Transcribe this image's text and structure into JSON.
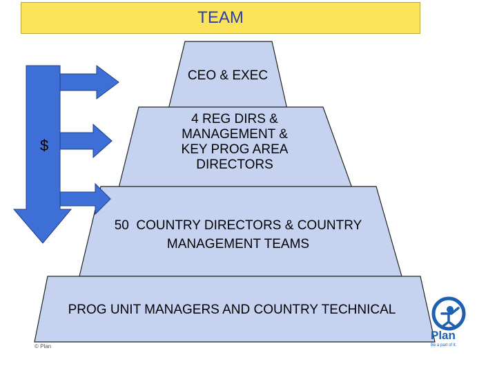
{
  "title": "TEAM",
  "tiers": [
    {
      "id": "ceo",
      "label": "CEO & EXEC"
    },
    {
      "id": "reg",
      "lines": [
        "4 REG DIRS &",
        "MANAGEMENT &",
        "KEY PROG AREA",
        "DIRECTORS"
      ]
    },
    {
      "id": "country",
      "lines": [
        "50  COUNTRY DIRECTORS & COUNTRY",
        "MANAGEMENT TEAMS"
      ]
    },
    {
      "id": "prog",
      "label": "PROG UNIT MANAGERS AND COUNTRY TECHNICAL"
    }
  ],
  "funding_symbol": "$",
  "copyright": "© Plan",
  "logo": {
    "name": "Plan",
    "tagline": "Be a part of it."
  },
  "colors": {
    "tier_fill": "#c5d3f0",
    "arrow_fill": "#3d6fd6",
    "title_fill": "#fbe35a",
    "title_text": "#2a3fa8"
  }
}
